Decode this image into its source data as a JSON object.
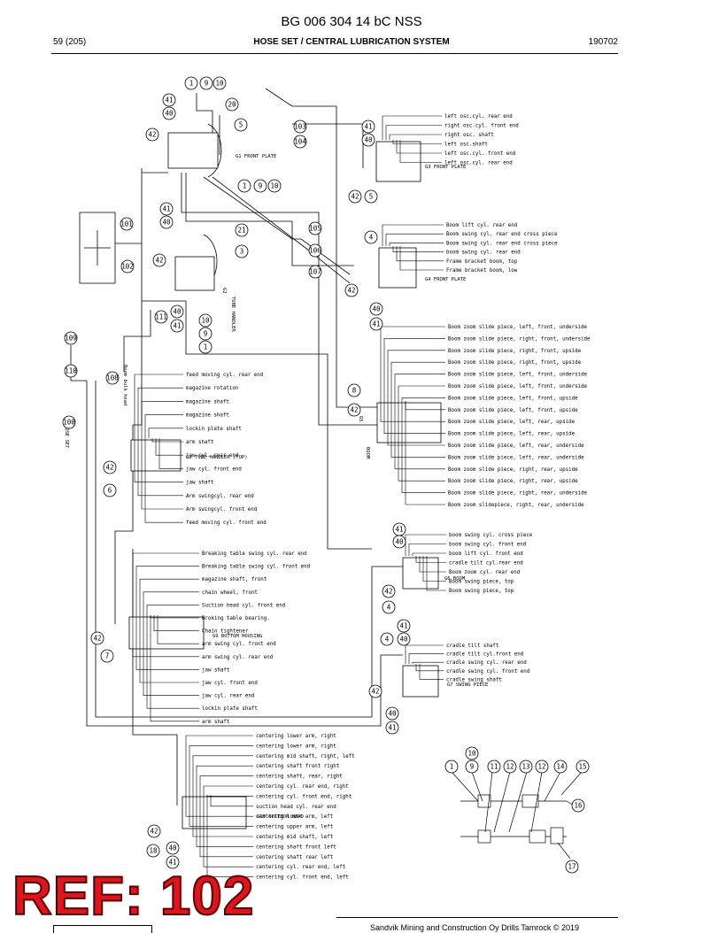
{
  "header": {
    "doc_title": "BG 006 304 14 bC NSS",
    "page": "59 (205)",
    "section": "HOSE SET / CENTRAL LUBRICATION SYSTEM",
    "date": "190702"
  },
  "footer": {
    "copyright": "Sandvik Mining and Construction Oy Drills Tamrock © 2019"
  },
  "stamp": "REF: 102",
  "side_labels": {
    "hose_set": "HOSE SET",
    "boom_bulk_head": "Boom bulk head",
    "tube_handler": "TUBE HANDLER",
    "boom": "BOOM"
  },
  "groups": {
    "g1": "G1 FRONT PLATE",
    "g2": "G2",
    "g3": "G3 FRONT PLATE",
    "g4": "G4 FRONT PLATE",
    "g5": "G5",
    "g6": "G6 BOOM",
    "g7": "G7 SWING PIECE",
    "g8": "G8 TUBE HANDLER (TOP)",
    "g9": "G9 BOTTOM HOUSING",
    "g10": "G10 SUCTION HEAD"
  },
  "labels_g3": [
    "left osc.cyl. rear end",
    "right osc.cyl. front end",
    "right osc. shaft",
    "left osc.shaft",
    "left osc.cyl. front end",
    "left osc.cyl. rear end"
  ],
  "labels_g4": [
    "Boom lift cyl. rear end",
    "Boom swing cyl. rear end cross piece",
    "Boom swing cyl. rear end cross piece",
    "boom swing cyl. rear end",
    "Frame bracket boom, top",
    "Frame bracket boom, low"
  ],
  "labels_g5": [
    "Boom zoom slide piece, left, front, underside",
    "Boom zoom slide piece, right, front, underside",
    "Boom zoom slide piece, right, front, upside",
    "Boom zoom slide piece, right, front, upside",
    "Boom zoom slide piece, left, front, underside",
    "Boom zoom slide piece, left, front, underside",
    "Boom zoom slide piece, left, front, upside",
    "Boom zoom slide piece, left, front, upside",
    "Boom zoom slide piece, left, rear, upside",
    "Boom zoom slide piece, left, rear, upside",
    "Boom zoom slide piece, left, rear, underside",
    "Boom zoom slide piece, left, rear, underside",
    "Boom zoom slide piece, right, rear, upside",
    "Boom zoom slide piece, right, rear, upside",
    "Boom zoom slide piece, right, rear, underside",
    "Boom zoom slidepiece, right, rear, underside"
  ],
  "labels_g6": [
    "boom swing cyl. cross piece",
    "boom swing cyl. front end",
    "boom lift cyl. front end",
    "cradle tilt cyl.rear end",
    "Boom zoom cyl. rear end",
    "Boom swing piece, top",
    "Boom swing piece, top"
  ],
  "labels_g7": [
    "cradle tilt shaft",
    "cradle tilt cyl.front end",
    "cradle swing cyl. rear end",
    "cradle swing cyl. front end",
    "cradle swing shaft"
  ],
  "labels_g8": [
    "feed moving cyl. rear end",
    "magazine rotation",
    "magazine shaft",
    "magazine shaft",
    "lockin plate shaft",
    "arm shaft",
    "jaw cyl. rear end",
    "jaw cyl. front end",
    "jaw shaft",
    "Arm swingcyl. rear end",
    "Arm swingcyl. front end",
    "feed moving cyl. front end"
  ],
  "labels_g9": [
    "Breaking table swing cyl. rear end",
    "Breaking table swing cyl. front end",
    "magazine shaft, front",
    "chain wheel, front",
    "Suction head cyl. front end",
    "Broking table bearing.",
    "Chain tightener",
    "arm swing cyl. front end",
    "arm swing cyl. rear end",
    "jaw shaft",
    "jaw cyl. front end",
    "jaw cyl. rear end",
    "lockin plate shaft",
    "arm shaft"
  ],
  "labels_g10": [
    "centering lower arm, right",
    "centering lower arm, right",
    "centering mid shaft, right, left",
    "centering shaft front right",
    "centering shaft, rear, right",
    "centering cyl. rear end, right",
    "centering cyl. front end, right",
    "suction head cyl. rear end",
    "centering lower arm, left",
    "centering upper arm, left",
    "centering mid shaft, left",
    "centering shaft front left",
    "centering shaft rear left",
    "centering cyl. rear end, left",
    "centering cyl. front end, left"
  ],
  "callouts": [
    "1",
    "9",
    "10",
    "41",
    "40",
    "20",
    "5",
    "42",
    "103",
    "104",
    "41",
    "40",
    "42",
    "5",
    "1",
    "9",
    "10",
    "41",
    "40",
    "21",
    "3",
    "105",
    "106",
    "107",
    "42",
    "101",
    "102",
    "4",
    "42",
    "40",
    "41",
    "40",
    "41",
    "10",
    "9",
    "1",
    "111",
    "109",
    "110",
    "108",
    "8",
    "42",
    "100",
    "42",
    "6",
    "41",
    "40",
    "42",
    "4",
    "42",
    "7",
    "4",
    "41",
    "40",
    "42",
    "40",
    "41",
    "10",
    "1",
    "9",
    "11",
    "12",
    "13",
    "12",
    "14",
    "15",
    "16",
    "17",
    "42",
    "18",
    "40",
    "41"
  ]
}
